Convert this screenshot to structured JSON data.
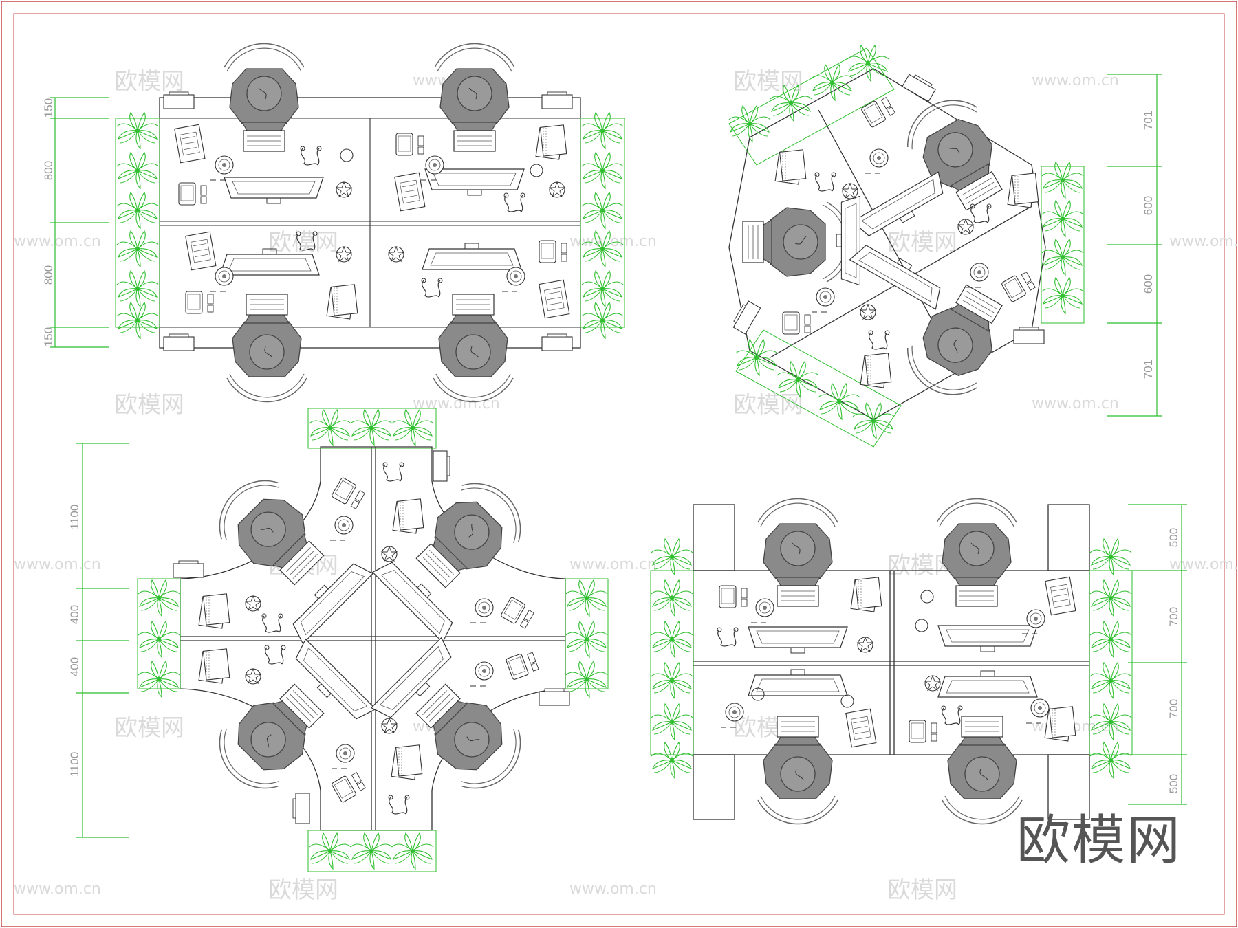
{
  "colors": {
    "border": "#c64a4a",
    "line": "#2a2a2a",
    "person": "#888888",
    "plant": "#2fbf2f",
    "dimension": "#2fbf2f",
    "watermark": "#dadada"
  },
  "watermarks": {
    "cn": "欧模网",
    "url": "www.om.cn"
  },
  "brand": "欧模网",
  "layouts": {
    "top_left": {
      "dims": [
        "150",
        "800",
        "800",
        "150"
      ]
    },
    "top_right": {
      "dims": [
        "701",
        "600",
        "600",
        "701"
      ]
    },
    "bottom_left": {
      "dims": [
        "1100",
        "400",
        "400",
        "1100"
      ]
    },
    "bottom_right": {
      "dims": [
        "500",
        "700",
        "700",
        "500"
      ]
    }
  }
}
